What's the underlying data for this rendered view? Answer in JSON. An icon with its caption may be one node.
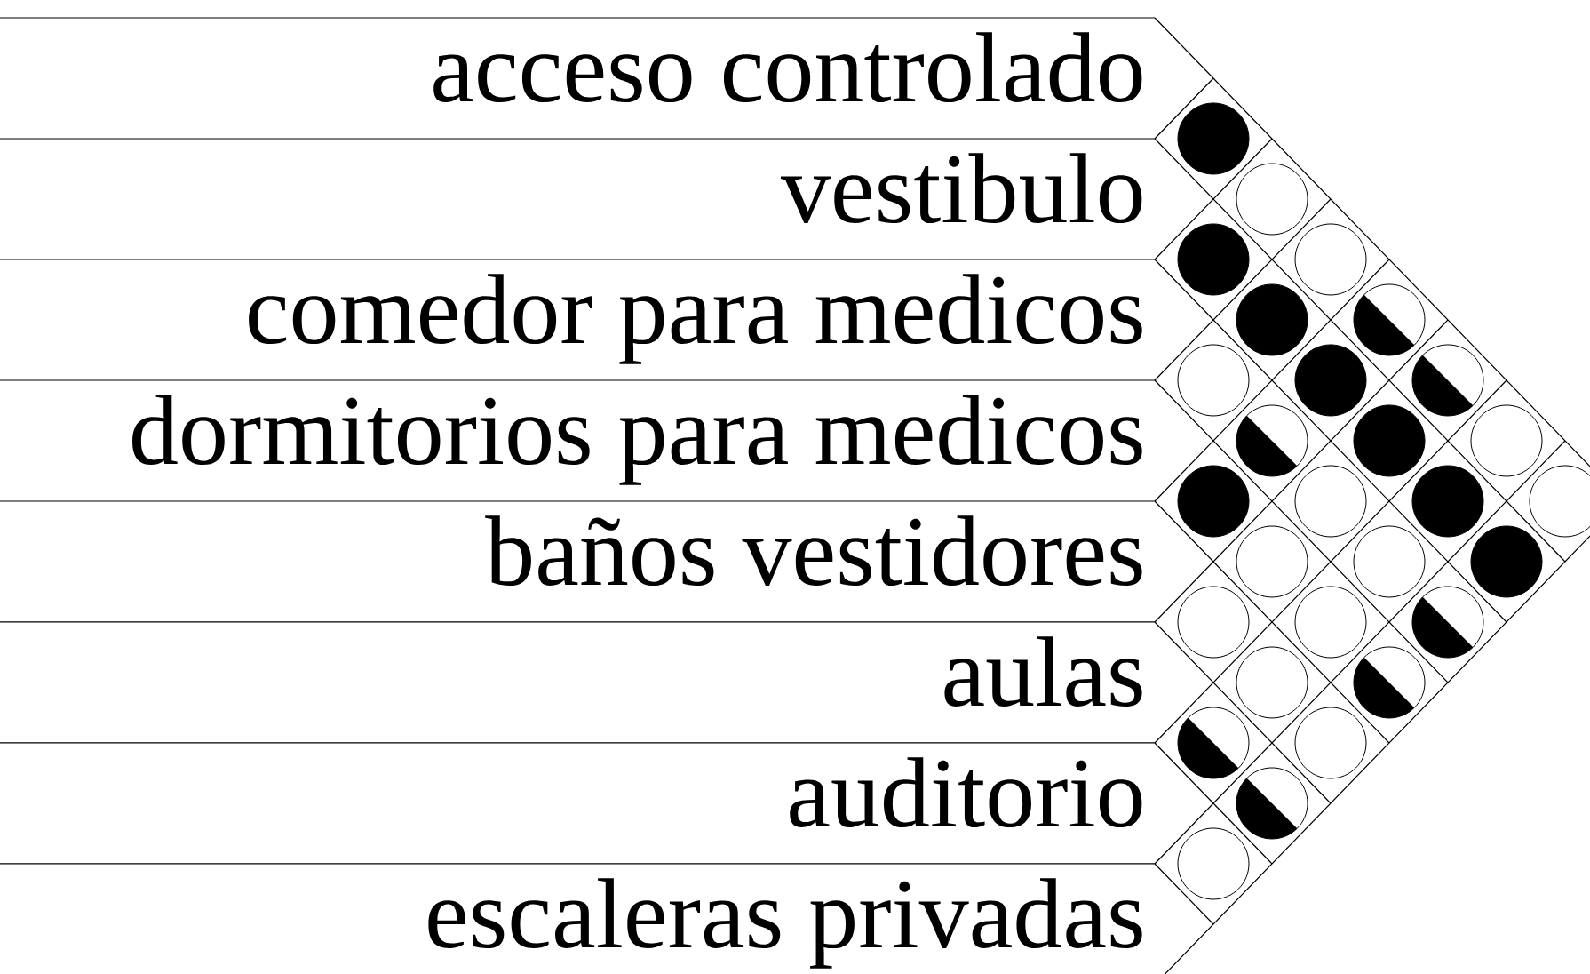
{
  "diagram": {
    "nodes": [
      {
        "text": [
          "acceso controlado"
        ]
      },
      {
        "text": [
          "vestibulo"
        ]
      },
      {
        "text": [
          "comedor para medicos"
        ]
      },
      {
        "text": [
          "dormitorios para medicos"
        ]
      },
      {
        "text": [
          "baños vestidores"
        ]
      },
      {
        "text": [
          "aulas"
        ]
      },
      {
        "text": [
          "auditorio"
        ]
      },
      {
        "text": [
          "escaleras privadas"
        ]
      },
      {
        "text": [],
        "shape": "dot"
      },
      {
        "text": [],
        "shape": "circle"
      },
      {
        "text": [],
        "shape": "dot"
      },
      {
        "text": [],
        "shape": "circle"
      },
      {
        "text": [],
        "shape": "dot"
      },
      {
        "text": [],
        "shape": "halfdot"
      },
      {
        "text": [],
        "shape": "circle"
      },
      {
        "text": [],
        "shape": "dot"
      },
      {
        "text": [],
        "shape": "halfdot"
      },
      {
        "text": [],
        "shape": "halfdot"
      },
      {
        "text": [],
        "shape": "dot"
      },
      {
        "text": [],
        "shape": "circle"
      },
      {
        "text": [],
        "shape": "dot"
      },
      {
        "text": [],
        "shape": "circle"
      },
      {
        "text": [],
        "shape": "dot"
      },
      {
        "text": [],
        "shape": "circle"
      },
      {
        "text": [],
        "shape": "circle"
      },
      {
        "text": [],
        "shape": "circle"
      },
      {
        "text": [],
        "shape": "dot"
      },
      {
        "text": [],
        "shape": "circle"
      },
      {
        "text": [],
        "shape": "circle"
      },
      {
        "text": [],
        "shape": "halfdot"
      },
      {
        "text": [],
        "shape": "circle"
      },
      {
        "text": [],
        "shape": "halfdot"
      },
      {
        "text": [],
        "shape": "halfdot"
      },
      {
        "text": [],
        "shape": "circle"
      },
      {
        "text": [],
        "shape": "halfdot"
      },
      {
        "text": [],
        "shape": "circle"
      }
    ]
  }
}
